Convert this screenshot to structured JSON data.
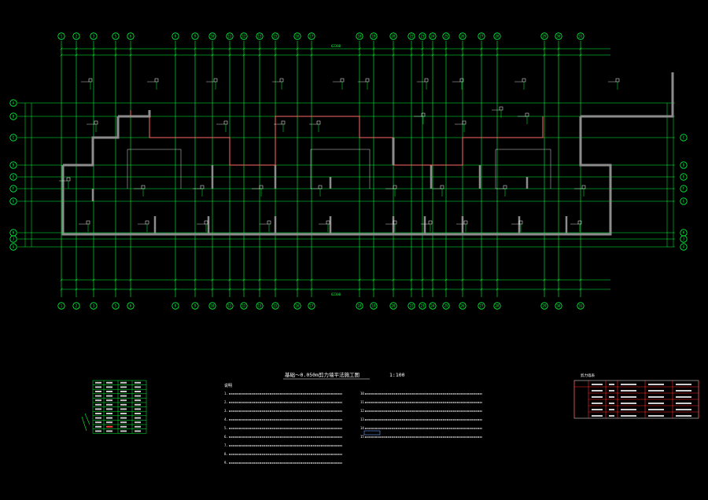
{
  "drawing": {
    "title": "基础～0.050m剪力墙平法施工图",
    "scale": "1:100",
    "notes_heading": "说明",
    "total_length": "62300"
  },
  "axes": {
    "top": [
      "1",
      "2",
      "3",
      "5",
      "6",
      "8",
      "9",
      "10",
      "11",
      "12",
      "13",
      "15",
      "16",
      "17",
      "18",
      "19",
      "20",
      "22",
      "23",
      "24",
      "25",
      "26",
      "27",
      "28",
      "29",
      "30",
      "31"
    ],
    "right": [
      "A",
      "B",
      "C",
      "D",
      "E",
      "F",
      "G",
      "H",
      "J"
    ],
    "left": [
      "A",
      "B",
      "C",
      "D",
      "E",
      "F",
      "G",
      "H",
      "J"
    ]
  },
  "colors": {
    "background": "#000000",
    "axis": "#00ff3c",
    "wall": "#8c8c8c",
    "beam": "#ff6a6a",
    "table_border": "#ff2b2b",
    "text": "#ffffff"
  },
  "notes": [
    "1.",
    "2.",
    "3.",
    "4.",
    "5.",
    "6.",
    "7.",
    "8.",
    "9.",
    "10.",
    "11.",
    "12.",
    "13.",
    "14.",
    "15."
  ],
  "legend_tables": {
    "left_title": "",
    "right_title": "剪力墙表"
  }
}
